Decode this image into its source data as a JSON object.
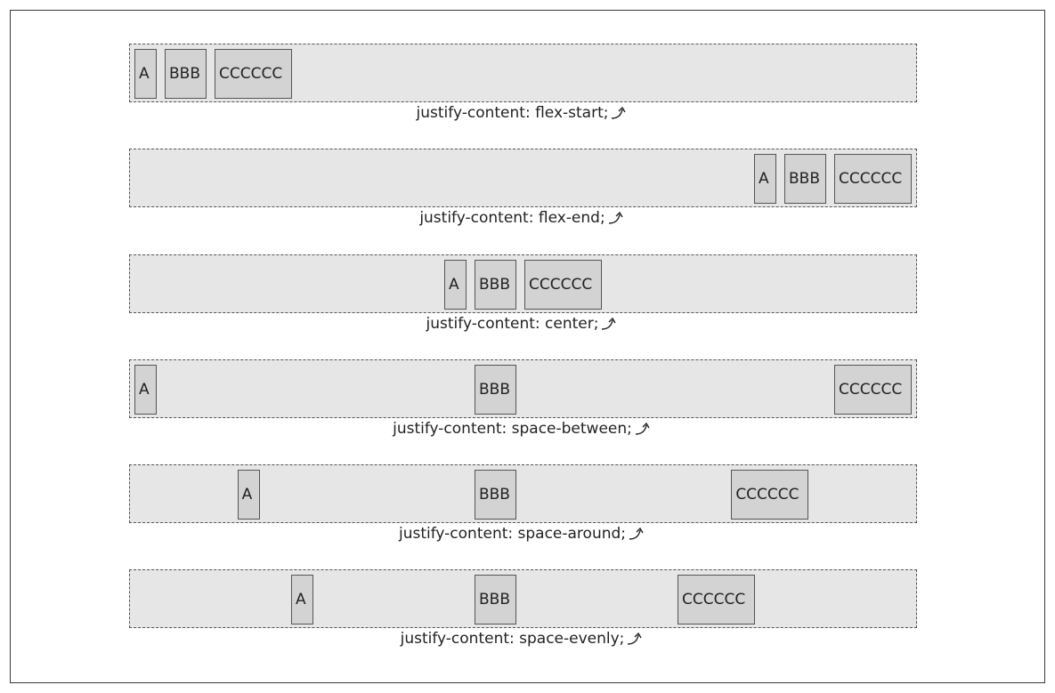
{
  "items": {
    "a": "A",
    "b": "BBB",
    "c": "CCCCCC"
  },
  "examples": [
    {
      "caption": "justify-content: flex-start;",
      "justify": "flex-start"
    },
    {
      "caption": "justify-content: flex-end;",
      "justify": "flex-end"
    },
    {
      "caption": "justify-content: center;",
      "justify": "center"
    },
    {
      "caption": "justify-content: space-between;",
      "justify": "space-between"
    },
    {
      "caption": "justify-content: space-around;",
      "justify": "space-around"
    },
    {
      "caption": "justify-content: space-evenly;",
      "justify": "space-evenly"
    }
  ],
  "icons": {
    "caption_icon": "return-arrow-icon"
  },
  "colors": {
    "container_bg": "#e6e6e6",
    "item_bg": "#d3d3d3",
    "border": "#555555"
  }
}
